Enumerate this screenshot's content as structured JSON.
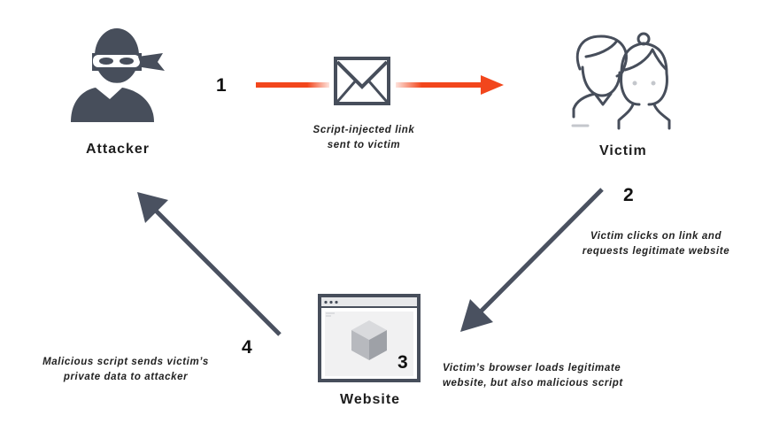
{
  "nodes": {
    "attacker": {
      "label": "Attacker",
      "icon": "attacker-icon"
    },
    "victim": {
      "label": "Victim",
      "icon": "victim-icon"
    },
    "website": {
      "label": "Website",
      "icon": "browser-window-icon"
    }
  },
  "steps": [
    {
      "number": "1",
      "line1": "Script-injected link",
      "line2": "sent to victim"
    },
    {
      "number": "2",
      "line1": "Victim clicks on link and",
      "line2": "requests legitimate website"
    },
    {
      "number": "3",
      "line1": "Victim’s browser loads legitimate",
      "line2": "website, but also malicious script"
    },
    {
      "number": "4",
      "line1": "Malicious script sends victim’s",
      "line2": "private data to attacker"
    }
  ],
  "colors": {
    "arrow_primary": "#f2461c",
    "arrow_secondary": "#4a5160",
    "icon": "#474e5b",
    "icon_light": "#c4c7cc"
  }
}
